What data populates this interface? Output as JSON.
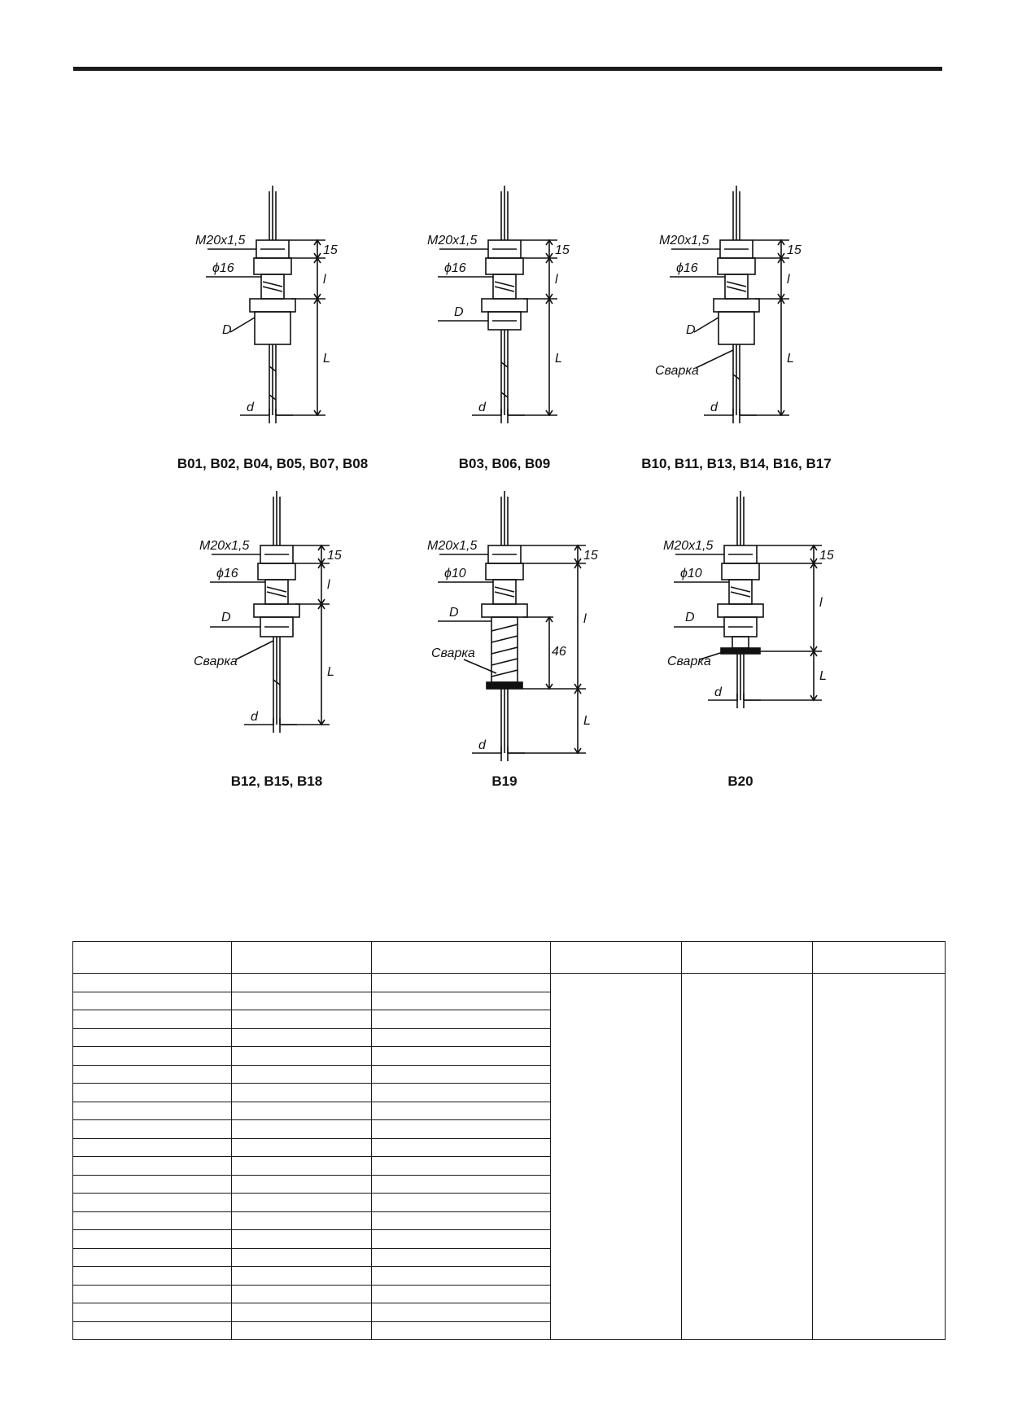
{
  "drawings": [
    {
      "caption": "B01, B02, B04, B05, B07, B08",
      "thread": "M20x1,5",
      "diameter": "ϕ16",
      "d_label": "D",
      "weld": "",
      "extra": "",
      "dims": [
        "15",
        "l",
        "L"
      ],
      "small_d": "d"
    },
    {
      "caption": "B03, B06, B09",
      "thread": "M20x1,5",
      "diameter": "ϕ16",
      "d_label": "D",
      "weld": "",
      "extra": "",
      "dims": [
        "15",
        "l",
        "L"
      ],
      "small_d": "d"
    },
    {
      "caption": "B10, B11, B13, B14, B16, B17",
      "thread": "M20x1,5",
      "diameter": "ϕ16",
      "d_label": "D",
      "weld": "Сварка",
      "extra": "",
      "dims": [
        "15",
        "l",
        "L"
      ],
      "small_d": "d"
    },
    {
      "caption": "B12, B15, B18",
      "thread": "M20x1,5",
      "diameter": "ϕ16",
      "d_label": "D",
      "weld": "Сварка",
      "extra": "",
      "dims": [
        "15",
        "l",
        "L"
      ],
      "small_d": "d"
    },
    {
      "caption": "B19",
      "thread": "M20x1,5",
      "diameter": "ϕ10",
      "d_label": "D",
      "weld": "Сварка",
      "extra": "46",
      "dims": [
        "15",
        "l",
        "L"
      ],
      "small_d": "d"
    },
    {
      "caption": "B20",
      "thread": "M20x1,5",
      "diameter": "ϕ10",
      "d_label": "D",
      "weld": "Сварка",
      "extra": "",
      "dims": [
        "15",
        "l",
        "L"
      ],
      "small_d": "d"
    }
  ]
}
